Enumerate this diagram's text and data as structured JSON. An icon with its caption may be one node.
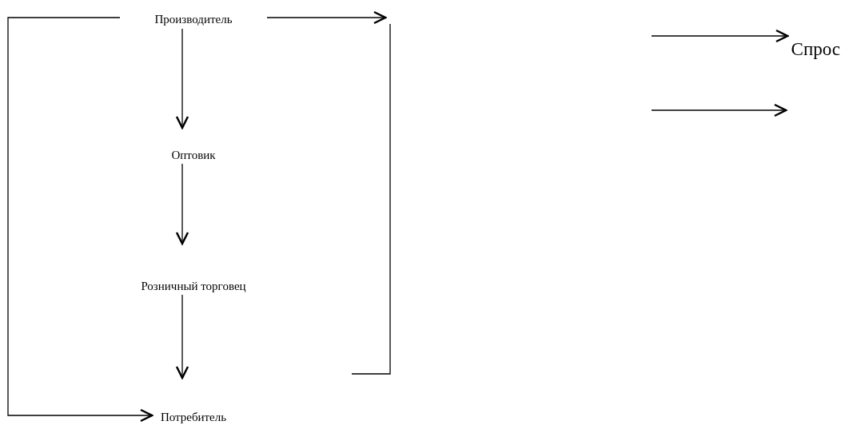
{
  "diagram": {
    "nodes": [
      {
        "text": [
          "Производитель"
        ]
      },
      {
        "text": [],
        "shape": "bracket"
      },
      {
        "text": [
          "Спрос"
        ]
      },
      {
        "text": [
          "Оптовик"
        ]
      },
      {
        "text": [
          "Розничный торговец"
        ]
      },
      {
        "text": [
          "Потребитель"
        ]
      }
    ],
    "edges": [
      {
        "from": 0,
        "to": 3,
        "arrow": "to"
      },
      {
        "from": 3,
        "to": 4,
        "arrow": "to"
      },
      {
        "from": 4,
        "to": 5,
        "arrow": "to"
      },
      {
        "from": 0,
        "to": 5,
        "arrow": "to"
      },
      {
        "from": 0,
        "to": 1,
        "arrow": "to"
      },
      {
        "from": null,
        "to": 2,
        "arrow": "to"
      }
    ]
  }
}
